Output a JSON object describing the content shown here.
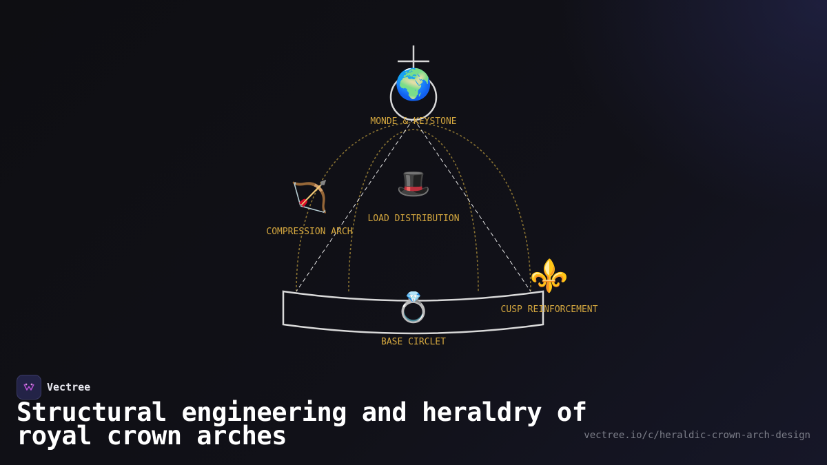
{
  "nodes": {
    "monde": {
      "label": "MONDE & KEYSTONE",
      "emoji": "🌍",
      "icon": "globe-icon"
    },
    "load": {
      "label": "LOAD DISTRIBUTION",
      "emoji": "🎩",
      "icon": "top-hat-icon"
    },
    "compression": {
      "label": "COMPRESSION ARCH",
      "emoji": "🏹",
      "icon": "bow-and-arrow-icon"
    },
    "cusp": {
      "label": "CUSP REINFORCEMENT",
      "emoji": "⚜️",
      "icon": "fleur-de-lis-icon"
    },
    "circlet": {
      "label": "BASE CIRCLET",
      "emoji": "💍",
      "icon": "ring-icon"
    }
  },
  "brand": {
    "name": "Vectree"
  },
  "title": "Structural engineering and heraldry of royal crown arches",
  "url": "vectree.io/c/heraldic-crown-arch-design",
  "colors": {
    "label": "#d4a73f",
    "arch_dotted": "#8a7332",
    "outline": "#d9d9d9",
    "background": "#111116"
  }
}
